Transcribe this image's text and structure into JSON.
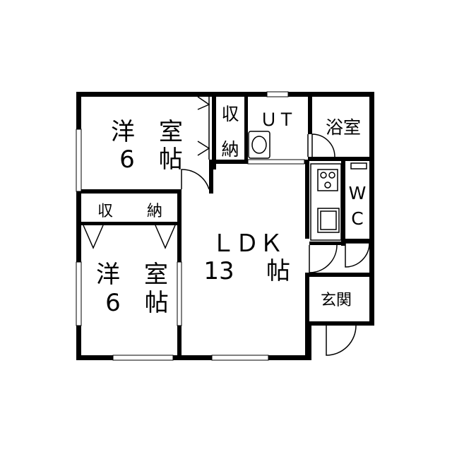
{
  "rooms": {
    "western_room_top": {
      "name": "洋　室",
      "size": "6　帖"
    },
    "closet_top": {
      "l1": "収",
      "l2": "納"
    },
    "utility": {
      "name": "ＵＴ"
    },
    "bathroom": {
      "name": "浴室"
    },
    "closet_mid": {
      "l1": "収",
      "l2": "納"
    },
    "western_room_bottom": {
      "name": "洋　室",
      "size": "6　帖"
    },
    "ldk": {
      "name": "ＬＤＫ",
      "size_num": "13",
      "size_unit": "帖"
    },
    "wc": {
      "l1": "W",
      "l2": "C"
    },
    "entrance": {
      "name": "玄関"
    }
  }
}
